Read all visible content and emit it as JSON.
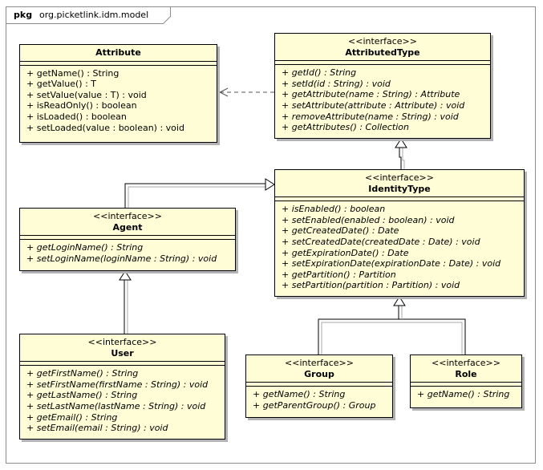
{
  "package": {
    "keyword": "pkg",
    "name": "org.picketlink.idm.model"
  },
  "classes": {
    "attribute": {
      "stereotype": "",
      "name": "Attribute",
      "operations": [
        "+ getName() : String",
        "+ getValue() : T",
        "+ setValue(value : T) : void",
        "+ isReadOnly() : boolean",
        "+ isLoaded() : boolean",
        "+ setLoaded(value : boolean) : void"
      ]
    },
    "attributed_type": {
      "stereotype": "<<interface>>",
      "name": "AttributedType",
      "operations": [
        "+ getId() : String",
        "+ setId(id : String) : void",
        "+ getAttribute(name : String) : Attribute",
        "+ setAttribute(attribute : Attribute) : void",
        "+ removeAttribute(name : String) : void",
        "+ getAttributes() : Collection"
      ]
    },
    "identity_type": {
      "stereotype": "<<interface>>",
      "name": "IdentityType",
      "operations": [
        "+ isEnabled() : boolean",
        "+ setEnabled(enabled : boolean) : void",
        "+ getCreatedDate() : Date",
        "+ setCreatedDate(createdDate : Date) : void",
        "+ getExpirationDate() : Date",
        "+ setExpirationDate(expirationDate : Date) : void",
        "+ getPartition() : Partition",
        "+ setPartition(partition : Partition) : void"
      ]
    },
    "agent": {
      "stereotype": "<<interface>>",
      "name": "Agent",
      "operations": [
        "+ getLoginName() : String",
        "+ setLoginName(loginName : String) : void"
      ]
    },
    "user": {
      "stereotype": "<<interface>>",
      "name": "User",
      "operations": [
        "+ getFirstName() : String",
        "+ setFirstName(firstName : String) : void",
        "+ getLastName() : String",
        "+ setLastName(lastName : String) : void",
        "+ getEmail() : String",
        "+ setEmail(email : String) : void"
      ]
    },
    "group": {
      "stereotype": "<<interface>>",
      "name": "Group",
      "operations": [
        "+ getName() : String",
        "+ getParentGroup() : Group"
      ]
    },
    "role": {
      "stereotype": "<<interface>>",
      "name": "Role",
      "operations": [
        "+ getName() : String"
      ]
    }
  },
  "relations": [
    {
      "type": "dependency",
      "from": "AttributedType",
      "to": "Attribute"
    },
    {
      "type": "generalization",
      "from": "IdentityType",
      "to": "AttributedType"
    },
    {
      "type": "generalization",
      "from": "Agent",
      "to": "IdentityType"
    },
    {
      "type": "generalization",
      "from": "User",
      "to": "Agent"
    },
    {
      "type": "generalization",
      "from": "Group",
      "to": "IdentityType"
    },
    {
      "type": "generalization",
      "from": "Role",
      "to": "IdentityType"
    }
  ],
  "colors": {
    "class_fill": "#fffdd6",
    "border": "#000000",
    "frame": "#8c8c8c",
    "shadow": "#b3b3b3"
  }
}
